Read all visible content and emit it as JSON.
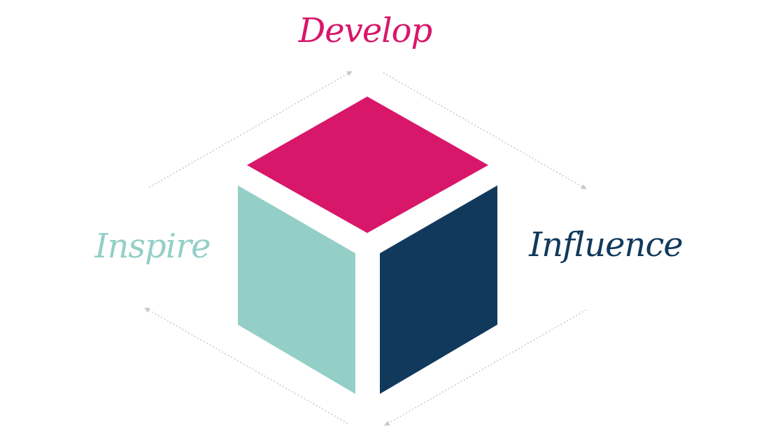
{
  "labels": {
    "top": "Develop",
    "left": "Inspire",
    "right": "Influence"
  },
  "colors": {
    "develop": "#d8166a",
    "inspire": "#94cfc7",
    "influence": "#11395c",
    "arrow": "#c8c8c8"
  }
}
